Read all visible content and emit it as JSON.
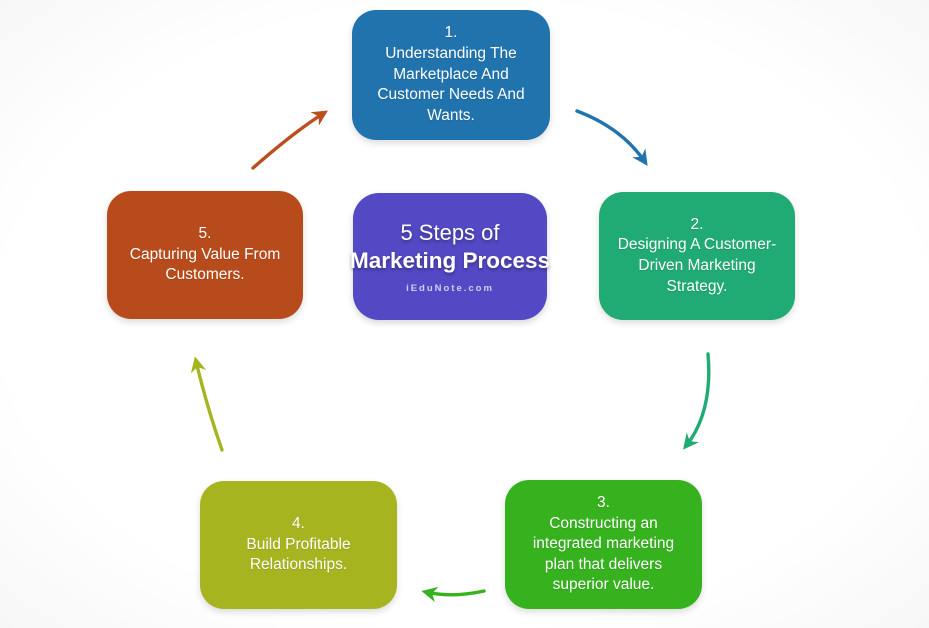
{
  "diagram": {
    "center": {
      "line1": "5 Steps of",
      "line2": "Marketing Process",
      "watermark": "iEduNote.com",
      "color": "#5449C5"
    },
    "steps": [
      {
        "number": "1.",
        "text": "Understanding The Marketplace And Customer Needs And Wants.",
        "color": "#2173AE"
      },
      {
        "number": "2.",
        "text": "Designing A Customer-Driven Marketing Strategy.",
        "color": "#21AB74"
      },
      {
        "number": "3.",
        "text": "Constructing an integrated marketing plan that delivers superior value.",
        "color": "#36B21E"
      },
      {
        "number": "4.",
        "text": "Build Profitable Relationships.",
        "color": "#A6B51F"
      },
      {
        "number": "5.",
        "text": "Capturing Value From Customers.",
        "color": "#B84B1B"
      }
    ],
    "arrows": [
      {
        "name": "step1-to-step2",
        "color": "#2173AE"
      },
      {
        "name": "step2-to-step3",
        "color": "#21AB74"
      },
      {
        "name": "step3-to-step4",
        "color": "#36B21E"
      },
      {
        "name": "step4-to-step5",
        "color": "#A6B51F"
      },
      {
        "name": "step5-to-step1",
        "color": "#BA4E1C"
      }
    ]
  }
}
